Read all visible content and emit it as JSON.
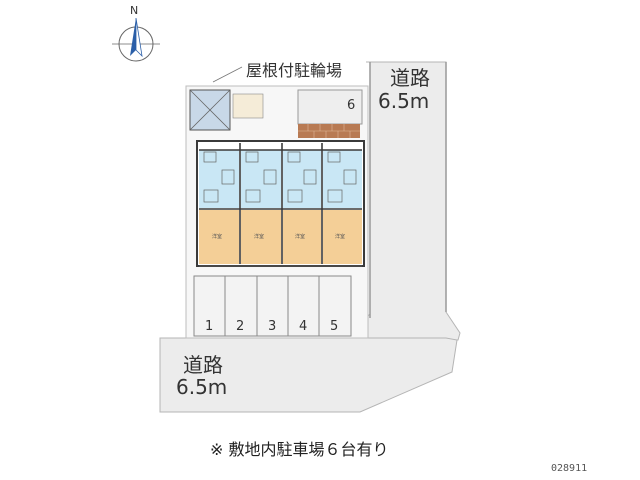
{
  "compass": {
    "label": "N",
    "icon": "north-arrow-icon"
  },
  "labels": {
    "bike_parking": "屋根付駐輪場",
    "road_east": [
      "道路",
      "6.5m"
    ],
    "road_south": [
      "道路",
      "6.5m"
    ],
    "room_type": "洋室"
  },
  "parking_spaces": [
    "1",
    "2",
    "3",
    "4",
    "5",
    "6"
  ],
  "note": "※ 敷地内駐車場６台有り",
  "property_code": "028911",
  "colors": {
    "road": "#ececec",
    "site": "#f7f7f7",
    "wet_area": "#c9e7f5",
    "western_room": "#f4cf97",
    "bike_shelter": "#c8d8e8",
    "brick": "#b87a53",
    "outline": "#3a3a3a"
  }
}
